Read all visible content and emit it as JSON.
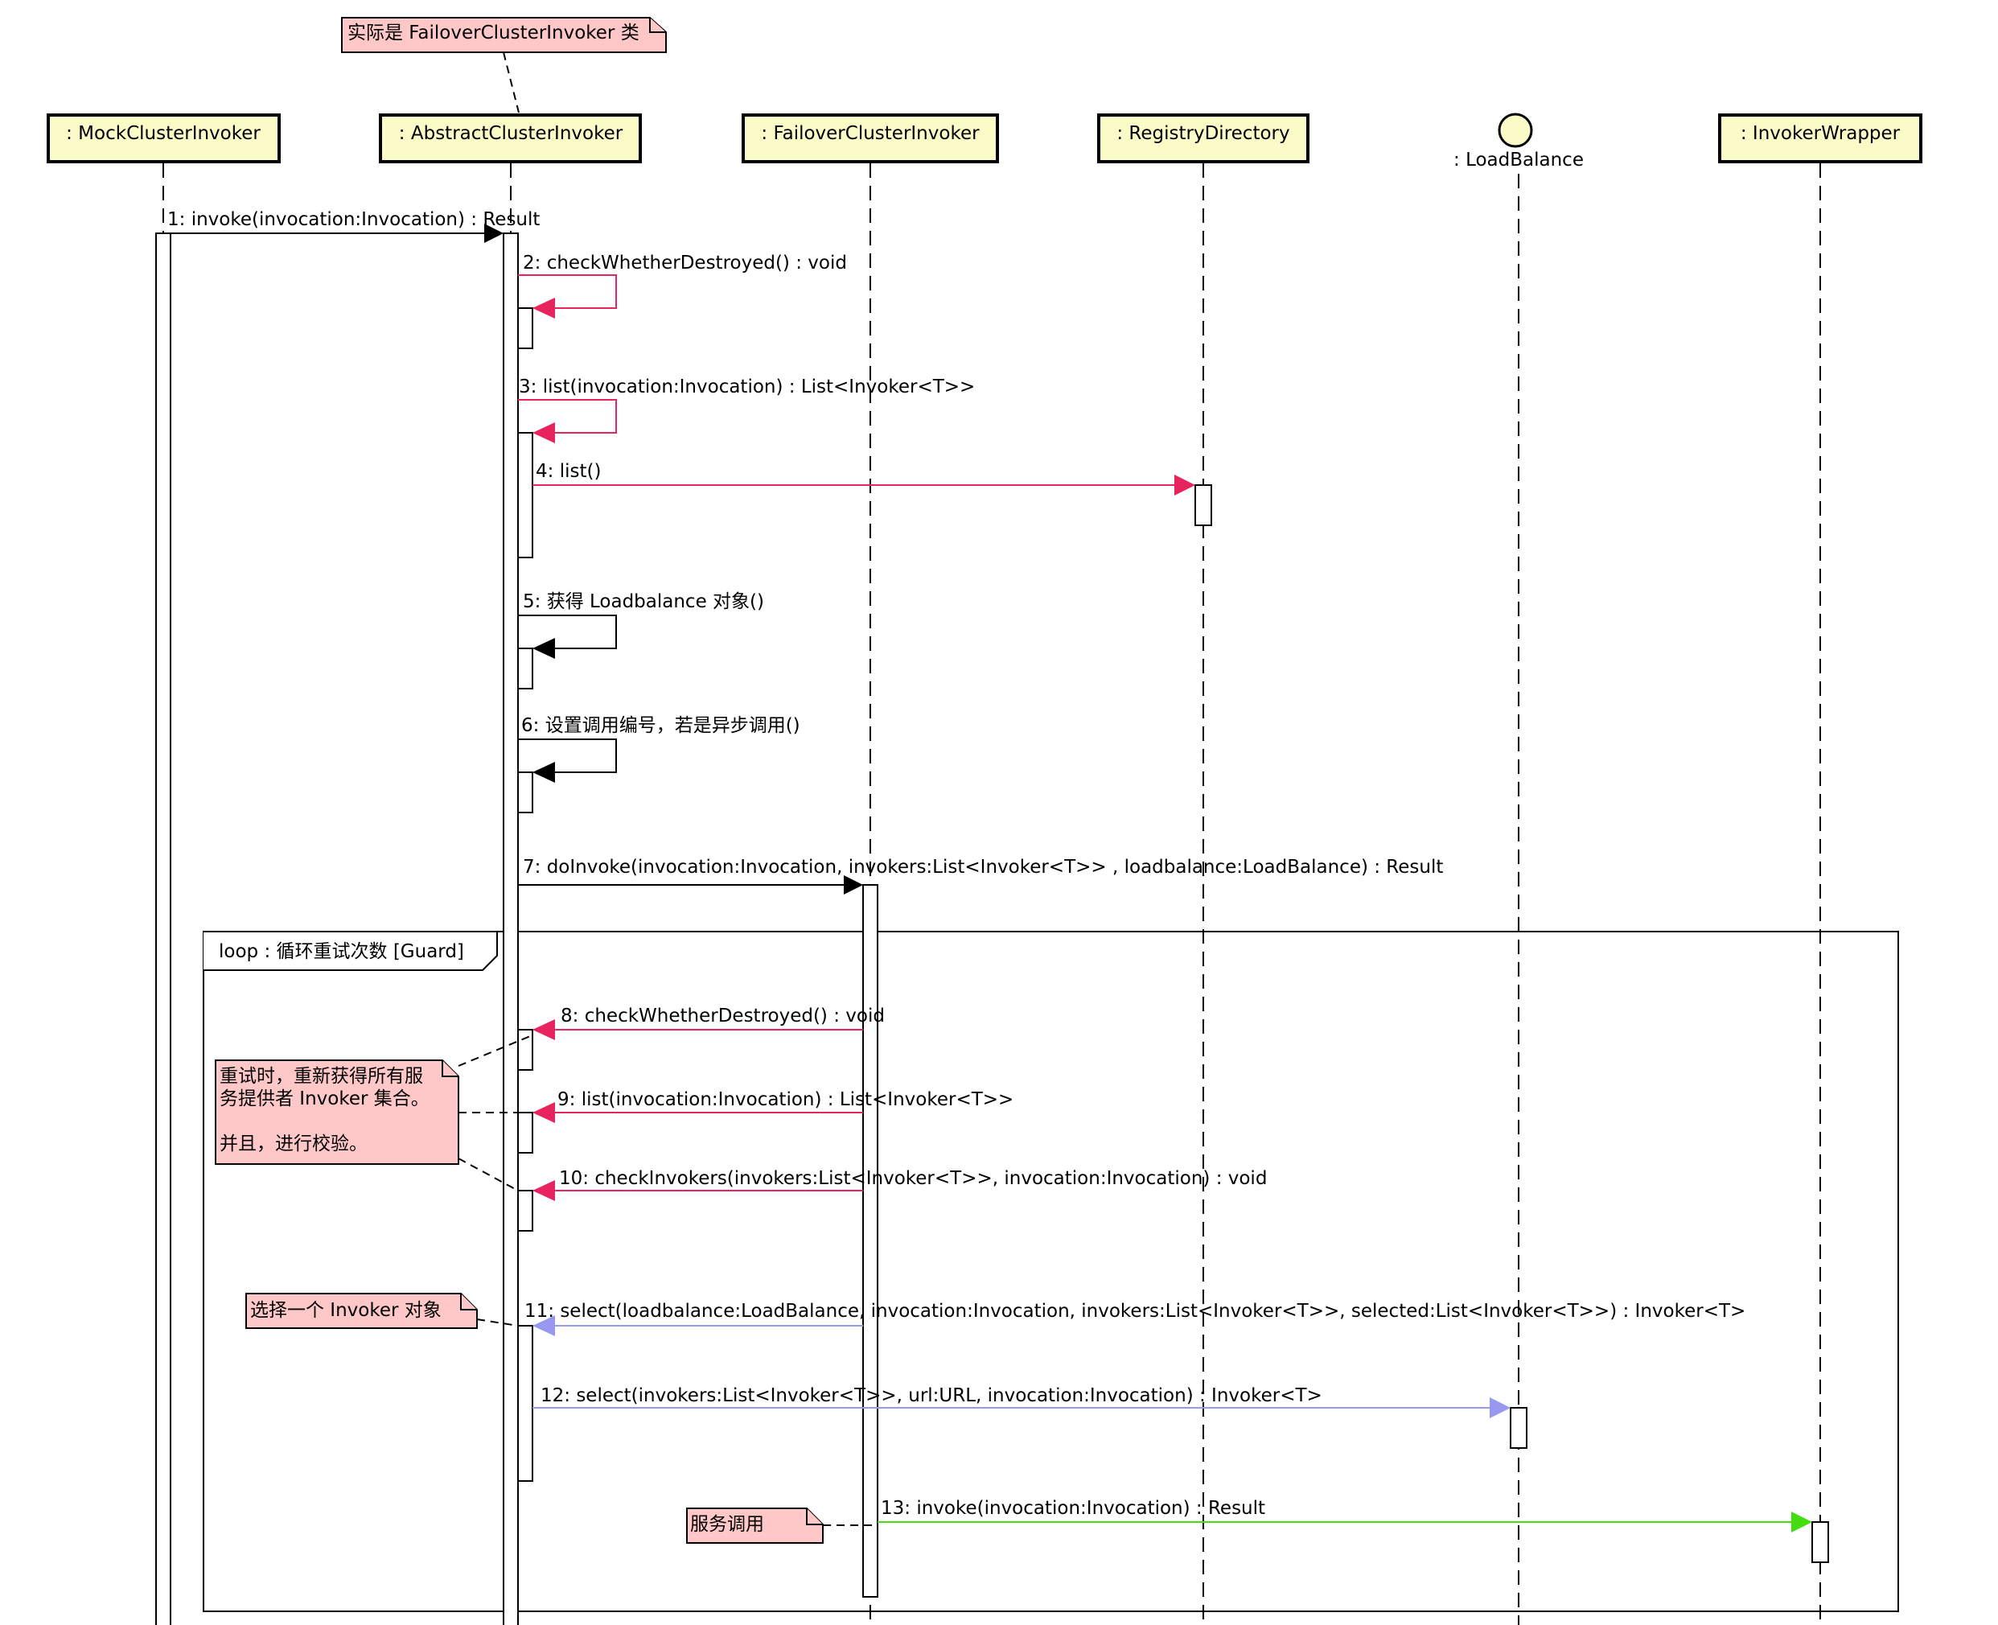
{
  "colors": {
    "object_fill": "#fbfbc8",
    "note_fill": "#ffc8c8",
    "msg_pink": "#e8245e",
    "msg_black": "#000000",
    "msg_lavender": "#9898f0",
    "msg_green": "#44dd10"
  },
  "participants": [
    {
      "id": "mock",
      "label": ": MockClusterInvoker"
    },
    {
      "id": "abstract",
      "label": ": AbstractClusterInvoker"
    },
    {
      "id": "failover",
      "label": ": FailoverClusterInvoker"
    },
    {
      "id": "registry",
      "label": ": RegistryDirectory"
    },
    {
      "id": "loadbalance",
      "label": ": LoadBalance",
      "icon": "interface-circle-icon"
    },
    {
      "id": "wrapper",
      "label": ": InvokerWrapper"
    }
  ],
  "notes": {
    "top": [
      "实际是 FailoverClusterInvoker 类"
    ],
    "retry": [
      "重试时，重新获得所有服",
      "务提供者 Invoker 集合。",
      "",
      "并且，进行校验。"
    ],
    "select": [
      "选择一个 Invoker 对象"
    ],
    "service": [
      "服务调用"
    ]
  },
  "loop": {
    "label": "loop : 循环重试次数  [Guard]"
  },
  "messages": [
    {
      "num": 1,
      "text": "1: invoke(invocation:Invocation) : Result",
      "color": "#000000"
    },
    {
      "num": 2,
      "text": "2: checkWhetherDestroyed() : void",
      "color": "#e8245e"
    },
    {
      "num": 3,
      "text": "3: list(invocation:Invocation) : List<Invoker<T>>",
      "color": "#e8245e"
    },
    {
      "num": 4,
      "text": "4: list()",
      "color": "#e8245e"
    },
    {
      "num": 5,
      "text": "5: 获得 Loadbalance 对象()",
      "color": "#000000"
    },
    {
      "num": 6,
      "text": "6: 设置调用编号，若是异步调用()",
      "color": "#000000"
    },
    {
      "num": 7,
      "text": "7: doInvoke(invocation:Invocation, invokers:List<Invoker<T>> , loadbalance:LoadBalance) : Result",
      "color": "#000000"
    },
    {
      "num": 8,
      "text": "8: checkWhetherDestroyed() : void",
      "color": "#e8245e"
    },
    {
      "num": 9,
      "text": "9: list(invocation:Invocation) : List<Invoker<T>>",
      "color": "#e8245e"
    },
    {
      "num": 10,
      "text": "10: checkInvokers(invokers:List<Invoker<T>>, invocation:Invocation) : void",
      "color": "#e8245e"
    },
    {
      "num": 11,
      "text": "11: select(loadbalance:LoadBalance, invocation:Invocation, invokers:List<Invoker<T>>, selected:List<Invoker<T>>) : Invoker<T>",
      "color": "#9898f0"
    },
    {
      "num": 12,
      "text": "12: select(invokers:List<Invoker<T>>, url:URL, invocation:Invocation) : Invoker<T>",
      "color": "#9898f0"
    },
    {
      "num": 13,
      "text": "13: invoke(invocation:Invocation) : Result",
      "color": "#44dd10"
    }
  ]
}
